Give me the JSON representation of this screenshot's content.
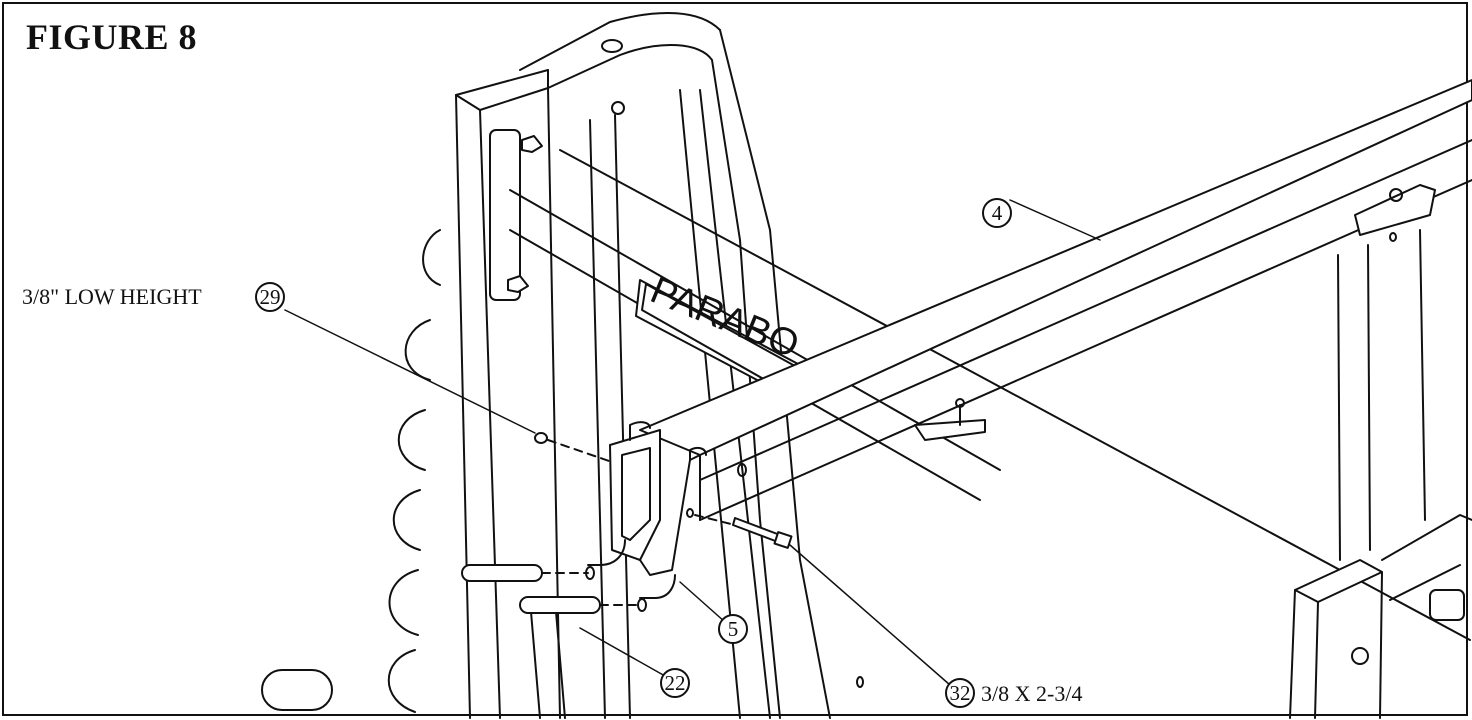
{
  "figure": {
    "title": "FIGURE 8"
  },
  "brand_plate": {
    "text": "PARABO"
  },
  "callouts": [
    {
      "id": "4",
      "part": "4"
    },
    {
      "id": "29",
      "part": "29",
      "note": "3/8\" LOW HEIGHT"
    },
    {
      "id": "5",
      "part": "5"
    },
    {
      "id": "22",
      "part": "22"
    },
    {
      "id": "32",
      "part": "32",
      "note": "3/8 X 2-3/4"
    }
  ],
  "colors": {
    "ink": "#111111",
    "paper": "#ffffff"
  }
}
